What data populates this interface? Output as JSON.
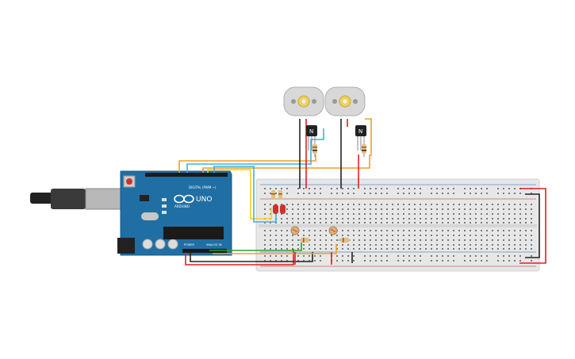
{
  "arduino": {
    "brand_label": "UNO",
    "maker_label": "ARDUINO",
    "digital_label": "DIGITAL (PWM ~)",
    "power_label": "POWER",
    "analog_label": "ANALOG IN"
  },
  "transistors": {
    "t1_label": "N",
    "t2_label": "N"
  },
  "colors": {
    "board": "#1f6fa4",
    "breadboard": "#e8e8e8",
    "wire_red": "#e02020",
    "wire_black": "#222222",
    "wire_orange": "#f0a020",
    "wire_cyan": "#40b0d8",
    "wire_yellow": "#f2d020",
    "wire_green": "#30a030",
    "led": "#d03030",
    "motor": "#d8d8d8",
    "motor_shaft": "#f0d060"
  }
}
